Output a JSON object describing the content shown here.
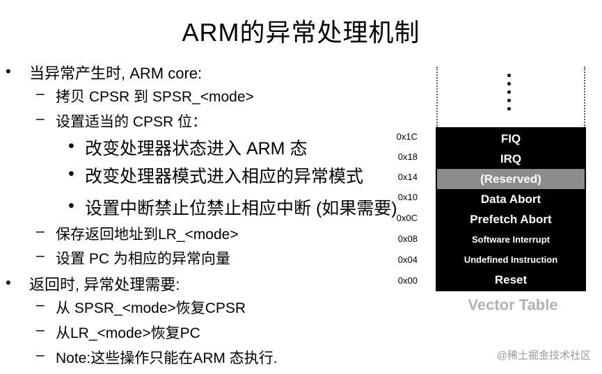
{
  "slide": {
    "title": "ARM的异常处理机制",
    "lines": [
      {
        "level": 1,
        "marker": "•",
        "text": "当异常产生时, ARM core:"
      },
      {
        "level": 2,
        "marker": "–",
        "text": "拷贝 CPSR 到 SPSR_<mode>"
      },
      {
        "level": 2,
        "marker": "–",
        "text": "设置适当的 CPSR 位："
      },
      {
        "level": 3,
        "marker": "•",
        "text": "改变处理器状态进入 ARM 态"
      },
      {
        "level": 3,
        "marker": "•",
        "text": "改变处理器模式进入相应的异常模式"
      },
      {
        "level": 3,
        "marker": "•",
        "text": "设置中断禁止位禁止相应中断 (如果需要)"
      },
      {
        "level": 2,
        "marker": "–",
        "text": "保存返回地址到LR_<mode>"
      },
      {
        "level": 2,
        "marker": "–",
        "text": "设置 PC 为相应的异常向量"
      },
      {
        "level": 1,
        "marker": "•",
        "text": "返回时, 异常处理需要:"
      },
      {
        "level": 2,
        "marker": "–",
        "text": "从 SPSR_<mode>恢复CPSR"
      },
      {
        "level": 2,
        "marker": "–",
        "text": "从LR_<mode>恢复PC"
      },
      {
        "level": 2,
        "marker": "–",
        "text": "Note:这些操作只能在ARM 态执行."
      }
    ]
  },
  "vector_table": {
    "caption": "Vector Table",
    "rows": [
      {
        "label": "FIQ",
        "address": "0x1C"
      },
      {
        "label": "IRQ",
        "address": "0x18"
      },
      {
        "label": "(Reserved)",
        "address": "0x14"
      },
      {
        "label": "Data Abort",
        "address": "0x10"
      },
      {
        "label": "Prefetch Abort",
        "address": "0x0C"
      },
      {
        "label": "Software Interrupt",
        "address": "0x08"
      },
      {
        "label": "Undefined Instruction",
        "address": "0x04"
      },
      {
        "label": "Reset",
        "address": "0x00"
      }
    ]
  },
  "watermark": {
    "text": "@稀土掘金技术社区"
  }
}
